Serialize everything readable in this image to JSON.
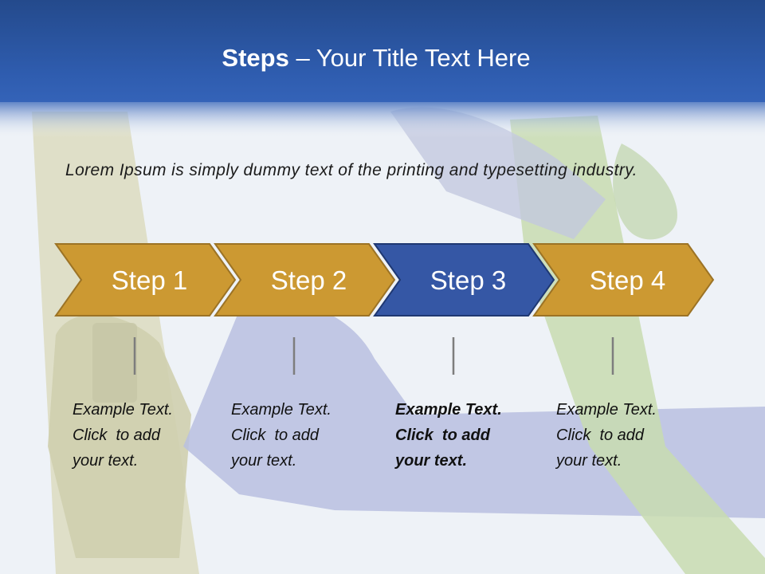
{
  "title": {
    "bold": "Steps",
    "rest": " – Your Title Text Here"
  },
  "intro": "Lorem Ipsum is simply dummy text of the printing and typesetting industry.",
  "colors": {
    "header": "#2e5aa7",
    "gold": "#cc9932",
    "blue": "#3557a5",
    "gold_border": "#9c7325",
    "blue_border": "#1f3872"
  },
  "steps": [
    {
      "label": "Step 1",
      "lines": [
        "Example Text.",
        "Click  to add",
        "your text."
      ],
      "active": false
    },
    {
      "label": "Step 2",
      "lines": [
        "Example Text.",
        "Click  to add",
        "your text."
      ],
      "active": false
    },
    {
      "label": "Step 3",
      "lines": [
        "Example Text.",
        "Click  to add",
        "your text."
      ],
      "active": true
    },
    {
      "label": "Step 4",
      "lines": [
        "Example Text.",
        "Click  to add",
        "your text."
      ],
      "active": false
    }
  ]
}
